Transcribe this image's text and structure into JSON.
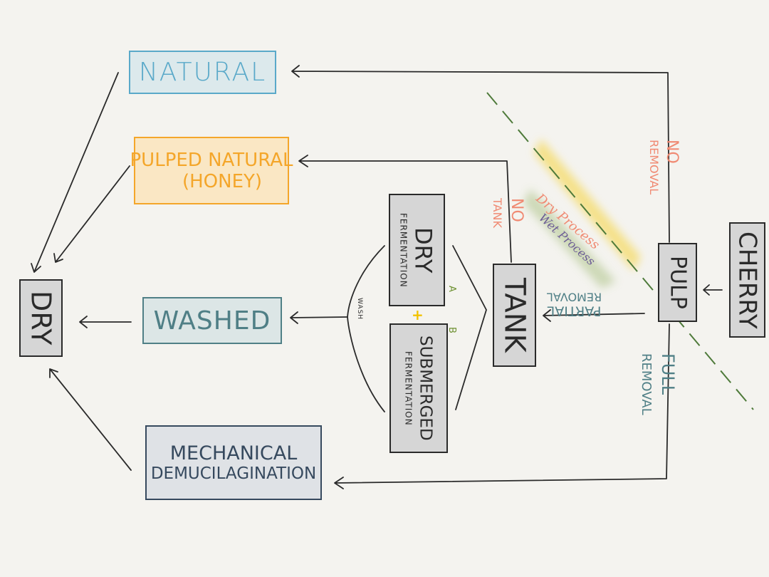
{
  "nodes": {
    "natural": "NATURAL",
    "pulped_natural_line1": "PULPED NATURAL",
    "pulped_natural_line2": "(HONEY)",
    "washed": "WASHED",
    "mechanical_line1": "MECHANICAL",
    "mechanical_line2": "DEMUCILAGINATION",
    "dry": "DRY",
    "pulp": "PULP",
    "cherry": "CHERRY",
    "tank": "TANK",
    "dry_fermentation_title": "DRY",
    "dry_fermentation_sub": "FERMENTATION",
    "submerged_title": "SUBMERGED",
    "submerged_sub": "FERMENTATION"
  },
  "edge_labels": {
    "no_removal": [
      "NO",
      "REMOVAL"
    ],
    "no_tank": [
      "NO",
      "TANK"
    ],
    "partial_removal": [
      "PARTIAL",
      "REMOVAL"
    ],
    "full_removal": [
      "FULL",
      "REMOVAL"
    ],
    "wash": "WASH",
    "option_a": "A",
    "option_b": "B",
    "plus": "+"
  },
  "process_bands": {
    "dry_process": "Dry Process",
    "wet_process": "Wet Process"
  },
  "colors": {
    "natural": "#5aa9c9",
    "natural_fill": "#dce9ec",
    "pulped": "#f4a62a",
    "pulped_fill": "#fae7c4",
    "washed": "#4f7f86",
    "washed_fill": "#dce6e6",
    "mechanical": "#36495e",
    "mechanical_fill": "#dfe2e6",
    "gray_fill": "#d6d6d6",
    "ink": "#2a2a2a",
    "red_label": "#f08a73",
    "dashed_line": "#4e7a3a",
    "yellow_band": "#f5df7e",
    "green_band": "#c9d6b0",
    "purple_text": "#6b5b95",
    "plus_yellow": "#f2c200",
    "ab_green": "#6b8f2e"
  }
}
